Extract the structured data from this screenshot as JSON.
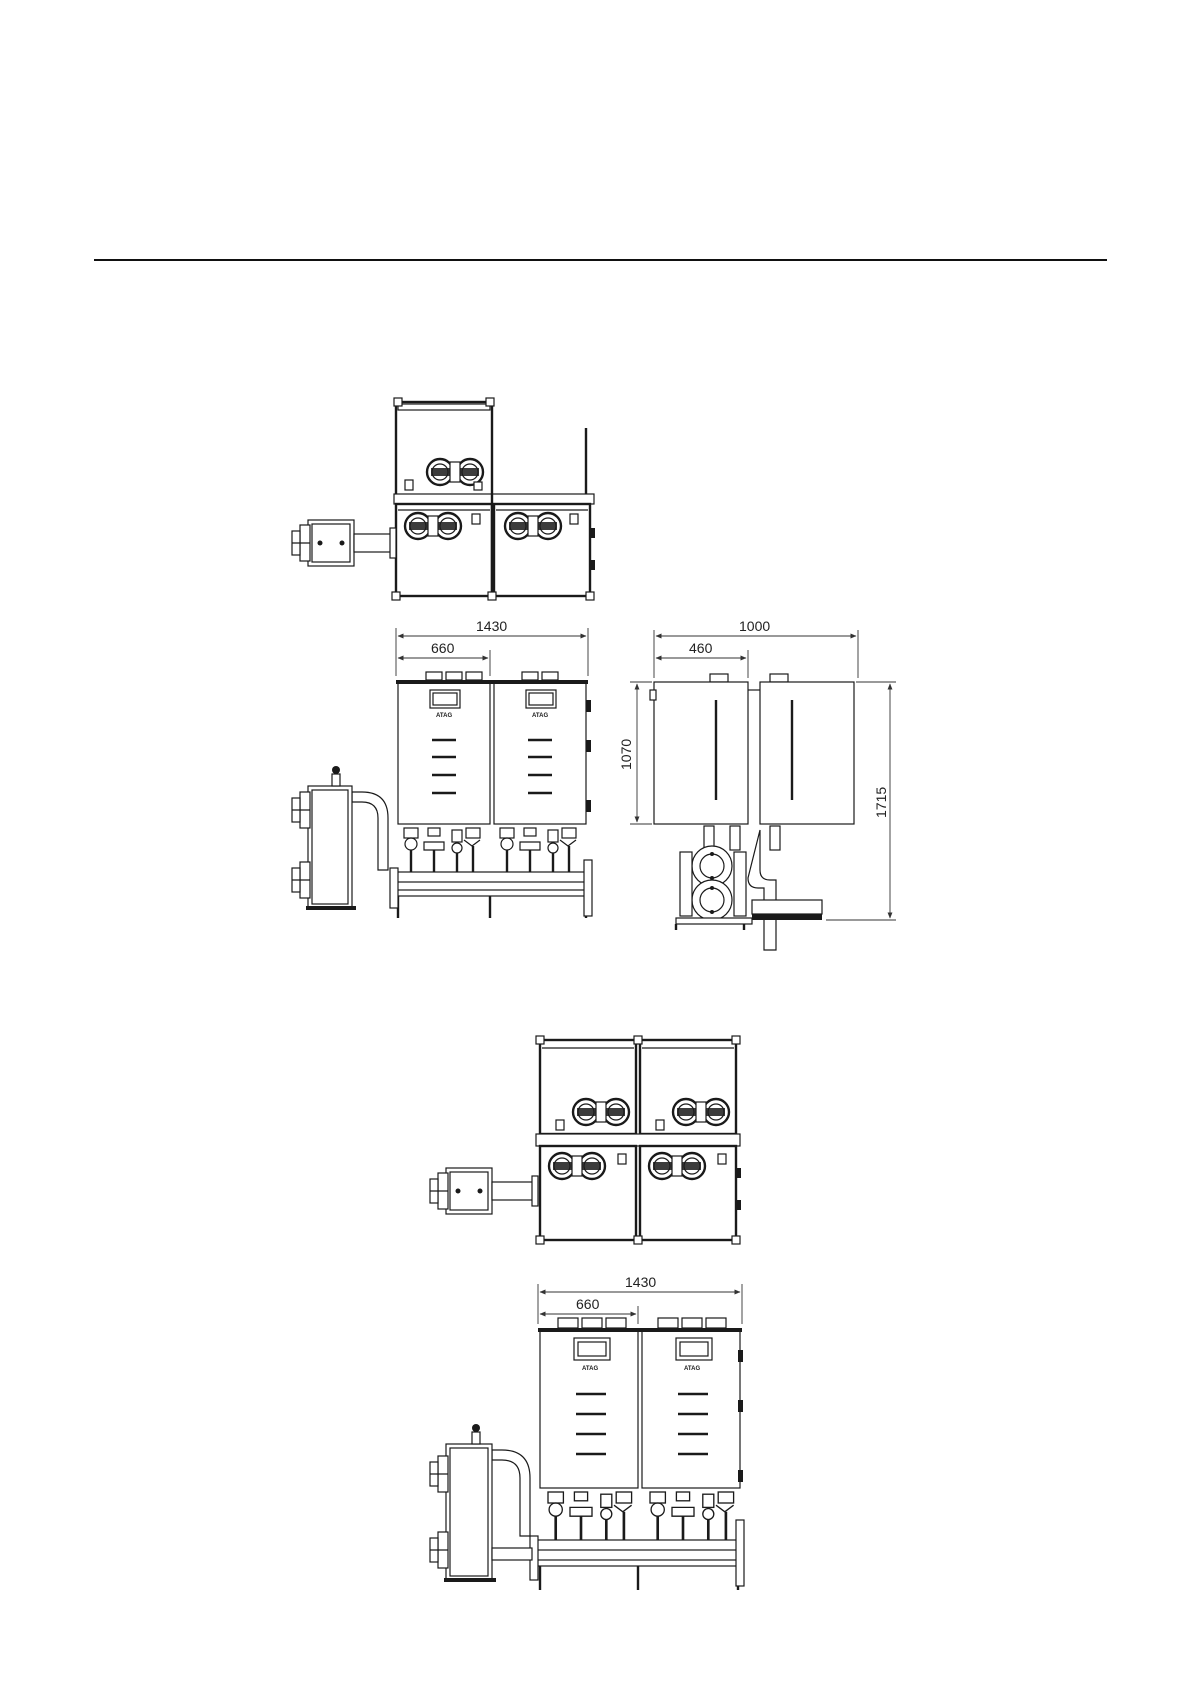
{
  "dimensions": {
    "set1_front_total_width": "1430",
    "set1_front_unit_width": "660",
    "set1_side_total_depth": "1000",
    "set1_side_unit_depth": "460",
    "set1_side_cabinet_height": "1070",
    "set1_side_total_height": "1715",
    "set2_front_total_width": "1430",
    "set2_front_unit_width": "660"
  }
}
